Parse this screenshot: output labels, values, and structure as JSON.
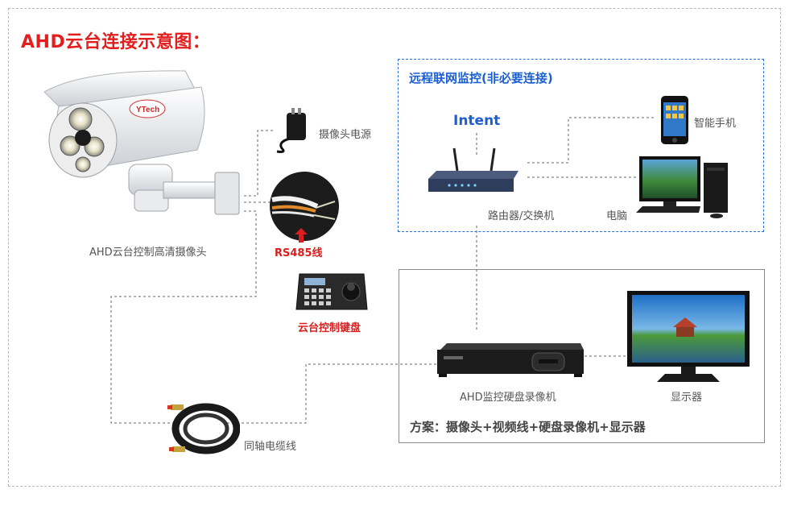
{
  "diagram": {
    "title": "AHD云台连接示意图：",
    "camera_brand": "YTech",
    "labels": {
      "camera": "AHD云台控制高清摄像头",
      "power": "摄像头电源",
      "rs485": "RS485线",
      "keyboard": "云台控制键盘",
      "coax": "同轴电缆线",
      "dvr": "AHD监控硬盘录像机",
      "monitor": "显示器"
    },
    "remote": {
      "title": "远程联网监控(非必要连接)",
      "intent": "Intent",
      "router": "路由器/交换机",
      "phone": "智能手机",
      "pc": "电脑"
    },
    "solution": "方案：摄像头+视频线+硬盘录像机+显示器",
    "colors": {
      "title_red": "#e41e1e",
      "remote_blue": "#1a5fd4",
      "dashed_line": "#666666"
    }
  }
}
